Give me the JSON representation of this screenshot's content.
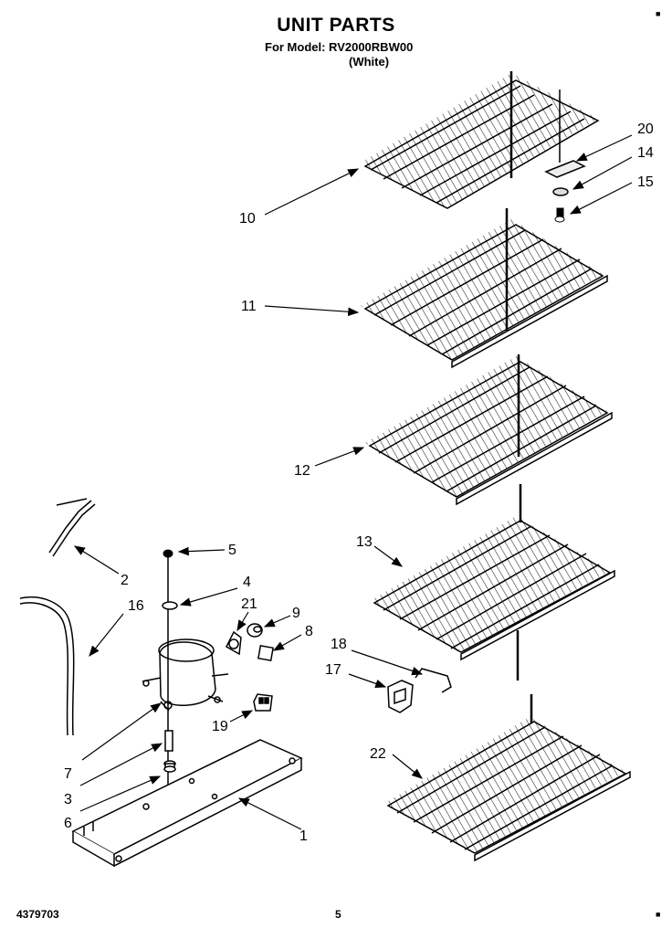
{
  "header": {
    "title": "UNIT PARTS",
    "model_line": "For Model: RV2000RBW00",
    "color_line": "(White)"
  },
  "footer": {
    "doc_number": "4379703",
    "page_number": "5"
  },
  "callouts": [
    "1",
    "2",
    "3",
    "4",
    "5",
    "6",
    "7",
    "8",
    "9",
    "10",
    "11",
    "12",
    "13",
    "14",
    "15",
    "16",
    "17",
    "18",
    "19",
    "20",
    "21",
    "22"
  ]
}
